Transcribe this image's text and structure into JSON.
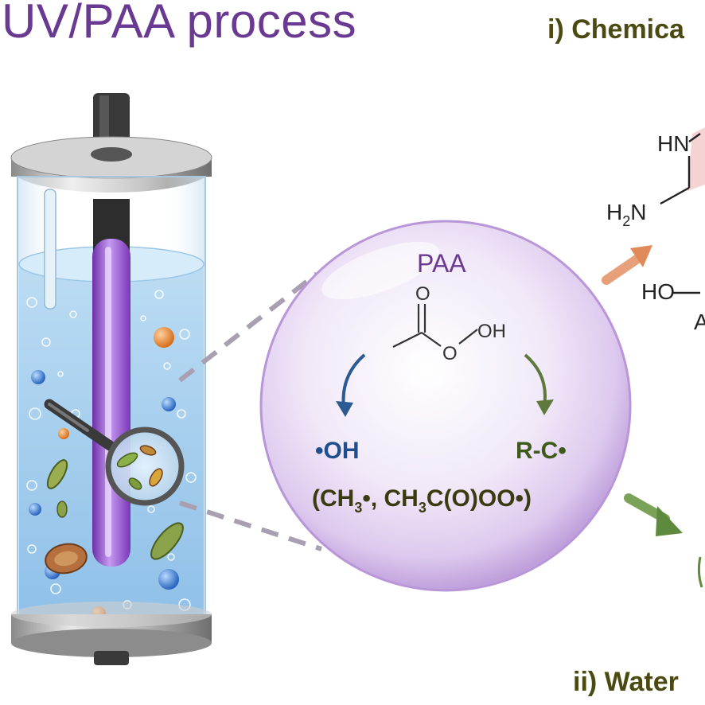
{
  "title": "UV/PAA process",
  "sections": {
    "chemical": "i) Chemica",
    "water": "ii) Water"
  },
  "bubble": {
    "reagent": "PAA",
    "structure": {
      "carbonyl_o": "O",
      "ester_o": "O",
      "hydroxyl": "OH"
    },
    "product_left": "•OH",
    "product_right": "R-C•",
    "subproducts": {
      "open": "(CH",
      "sub1": "3",
      "mid": "•, CH",
      "sub2": "3",
      "close": "C(O)OO•)"
    }
  },
  "molecule_fragments": {
    "hn": "HN",
    "h2n_h": "H",
    "h2n_sub": "2",
    "h2n_n": "N",
    "ho": "HO",
    "a": "A"
  },
  "colors": {
    "title": "#6a3a92",
    "section": "#4a4a12",
    "oh_radical": "#1f4e8c",
    "rc_radical": "#3d5a1a",
    "arrow_orange": "#e08a5a",
    "arrow_green": "#5d8a3c",
    "uv_lamp": "#9b59d6"
  }
}
